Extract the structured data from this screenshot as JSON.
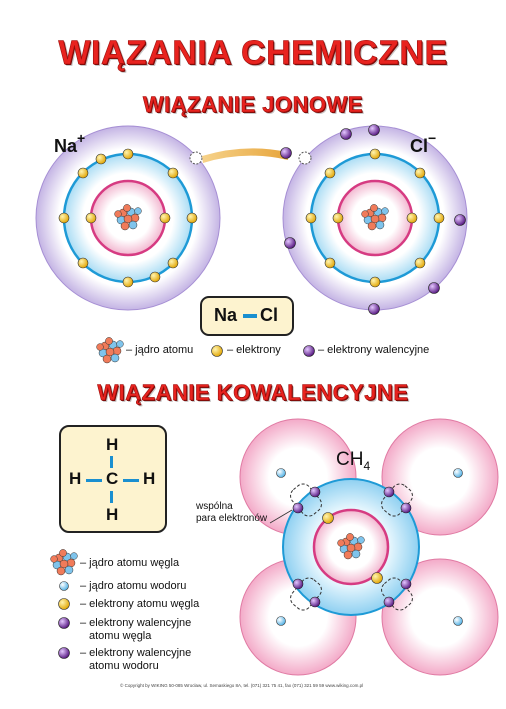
{
  "titles": {
    "main": "WIĄZANIA CHEMICZNE",
    "ionic": "WIĄZANIE JONOWE",
    "covalent": "WIĄZANIE KOWALENCYJNE"
  },
  "ionic": {
    "na_label": "Na",
    "na_charge": "+",
    "cl_label": "Cl",
    "cl_charge": "−",
    "formula_left": "Na",
    "formula_right": "Cl"
  },
  "ionic_legend": {
    "nucleus": "– jądro atomu",
    "electrons": "– elektrony",
    "valence": "– elektrony walencyjne"
  },
  "covalent": {
    "molecule_label": "CH",
    "molecule_subscript": "4",
    "shared_pair_label_1": "wspólna",
    "shared_pair_label_2": "para elektronów",
    "structural": {
      "top": "H",
      "left": "H",
      "center": "C",
      "right": "H",
      "bottom": "H"
    }
  },
  "covalent_legend": {
    "carbon_nucleus": "– jądro atomu węgla",
    "hydrogen_nucleus": "– jądro atomu wodoru",
    "carbon_electrons": "– elektrony atomu węgla",
    "carbon_valence_1": "– elektrony walencyjne",
    "carbon_valence_2": "atomu węgla",
    "hydrogen_valence_1": "– elektrony walencyjne",
    "hydrogen_valence_2": "atomu wodoru"
  },
  "footer": "© Copyright by WIKING   50-085 Wrocław, ul. Semaskiego 8A, tel. (071) 321 75 41, fax (071) 321 59 59   www.wiking.com.pl",
  "colors": {
    "title_red": "#e8231f",
    "shell_purple": "#c8b8e6",
    "shell_blue": "#bfe6f7",
    "shell_pink": "#f6c9dc",
    "electron_yellow": "#f4c21a",
    "valence_purple": "#6a2f8f",
    "bond_blue": "#1a8fd0"
  }
}
